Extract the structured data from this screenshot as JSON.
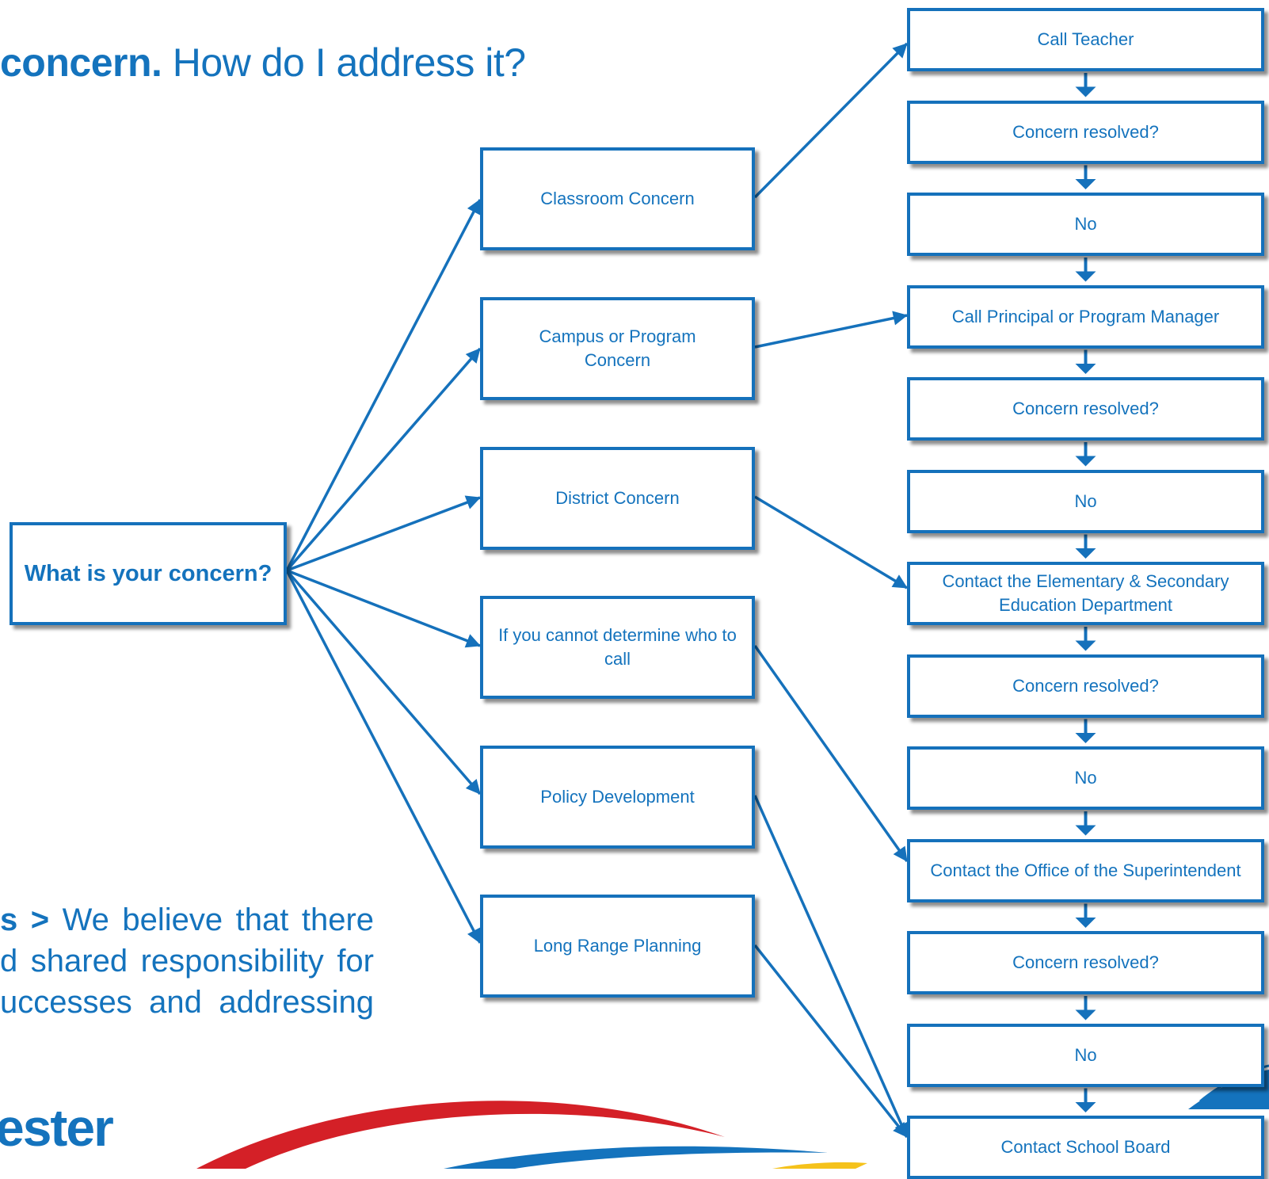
{
  "header": {
    "bold": "concern.",
    "rest": " How do I address it?"
  },
  "question": "What is your concern?",
  "categories": [
    "Classroom Concern",
    "Campus or Program Concern",
    "District Concern",
    "If you cannot determine who to call",
    "Policy Development",
    "Long Range Planning"
  ],
  "steps": [
    "Call Teacher",
    "Concern resolved?",
    "No",
    "Call Principal or Program Manager",
    "Concern resolved?",
    "No",
    "Contact the Elementary & Secondary Education Department",
    "Concern resolved?",
    "No",
    "Contact the Office of the Superintendent",
    "Concern resolved?",
    "No",
    "Contact School Board"
  ],
  "values_text": {
    "lead": "s >",
    "lines": [
      "We believe that there",
      "d shared responsibility for",
      "uccesses and addressing"
    ]
  },
  "logo_text": "ester",
  "colors": {
    "primary": "#1473bd",
    "red": "#d42027",
    "yellow": "#f5c21b"
  }
}
